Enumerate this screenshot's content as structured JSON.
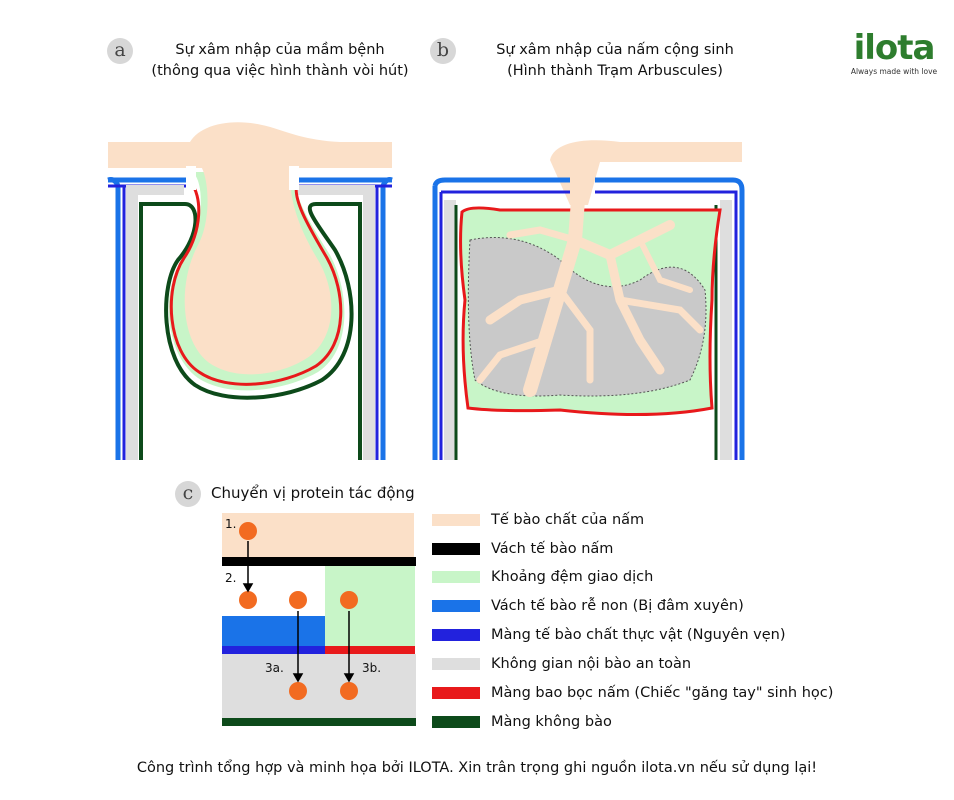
{
  "panel_a": {
    "letter": "a",
    "title_line1": "Sự xâm nhập của mầm bệnh",
    "title_line2": "(thông qua việc hình thành vòi hút)"
  },
  "panel_b": {
    "letter": "b",
    "title_line1": "Sự xâm nhập của nấm cộng sinh",
    "title_line2": "(Hình thành Trạm Arbuscules)"
  },
  "panel_c": {
    "letter": "c",
    "title": "Chuyển vị protein tác động",
    "step1": "1.",
    "step2": "2.",
    "step3a": "3a.",
    "step3b": "3b."
  },
  "logo": {
    "word": "ilota",
    "tagline": "Always made with love",
    "color": "#2e7d2e"
  },
  "legend": [
    {
      "label": "Tế bào chất của nấm",
      "color": "#fbe0c8"
    },
    {
      "label": "Vách tế bào nấm",
      "color": "#000000"
    },
    {
      "label": "Khoảng đệm giao dịch",
      "color": "#c8f5c8"
    },
    {
      "label": "Vách tế bào rễ non (Bị đâm xuyên)",
      "color": "#1a73e8"
    },
    {
      "label": "Màng tế bào chất thực vật (Nguyên vẹn)",
      "color": "#2222dd"
    },
    {
      "label": "Không gian nội bào an toàn",
      "color": "#dedede"
    },
    {
      "label": "Màng bao bọc nấm (Chiếc \"găng tay\" sinh học)",
      "color": "#e8191b"
    },
    {
      "label": "Màng không bào",
      "color": "#0d4a1a"
    }
  ],
  "footer": "Công trình tổng hợp và minh họa bởi ILOTA. Xin trân trọng ghi nguồn ilota.vn nếu sử dụng lại!"
}
